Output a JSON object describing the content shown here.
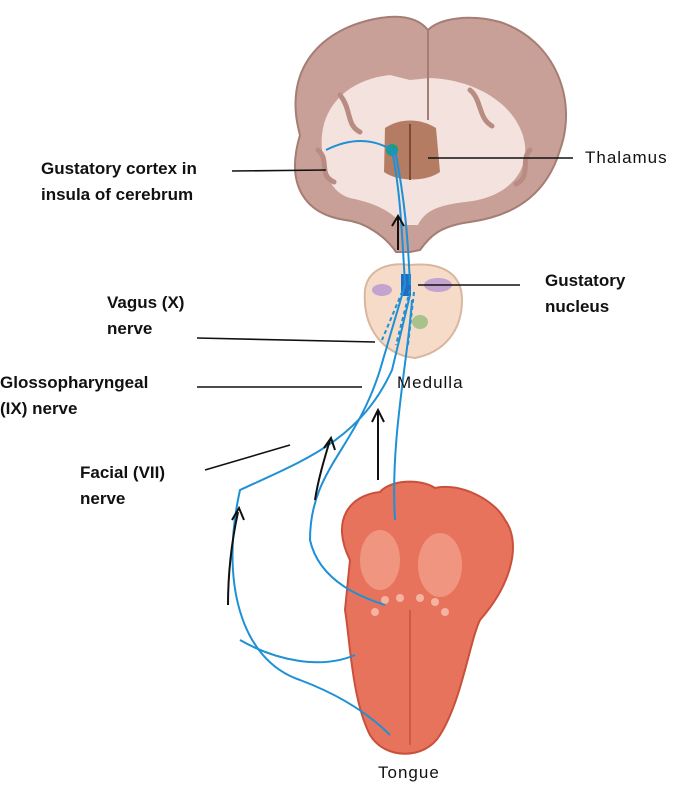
{
  "labels": {
    "gustatory_cortex": [
      "Gustatory cortex in",
      "insula of cerebrum"
    ],
    "thalamus": "Thalamus",
    "gustatory_nucleus": [
      "Gustatory",
      "nucleus"
    ],
    "vagus": [
      "Vagus (X)",
      "nerve"
    ],
    "glossopharyngeal": [
      "Glossopharyngeal",
      "(IX) nerve"
    ],
    "medulla": "Medulla",
    "facial": [
      "Facial (VII)",
      "nerve"
    ],
    "tongue": "Tongue"
  },
  "colors": {
    "nerve": "#1e90d6",
    "brain_tissue": "#c9a097",
    "brain_white_matter": "#f3e2dd",
    "thalamus": "#a86b4e",
    "medulla": "#f6dcc8",
    "tongue": "#e8735c",
    "label_line": "#111111"
  }
}
